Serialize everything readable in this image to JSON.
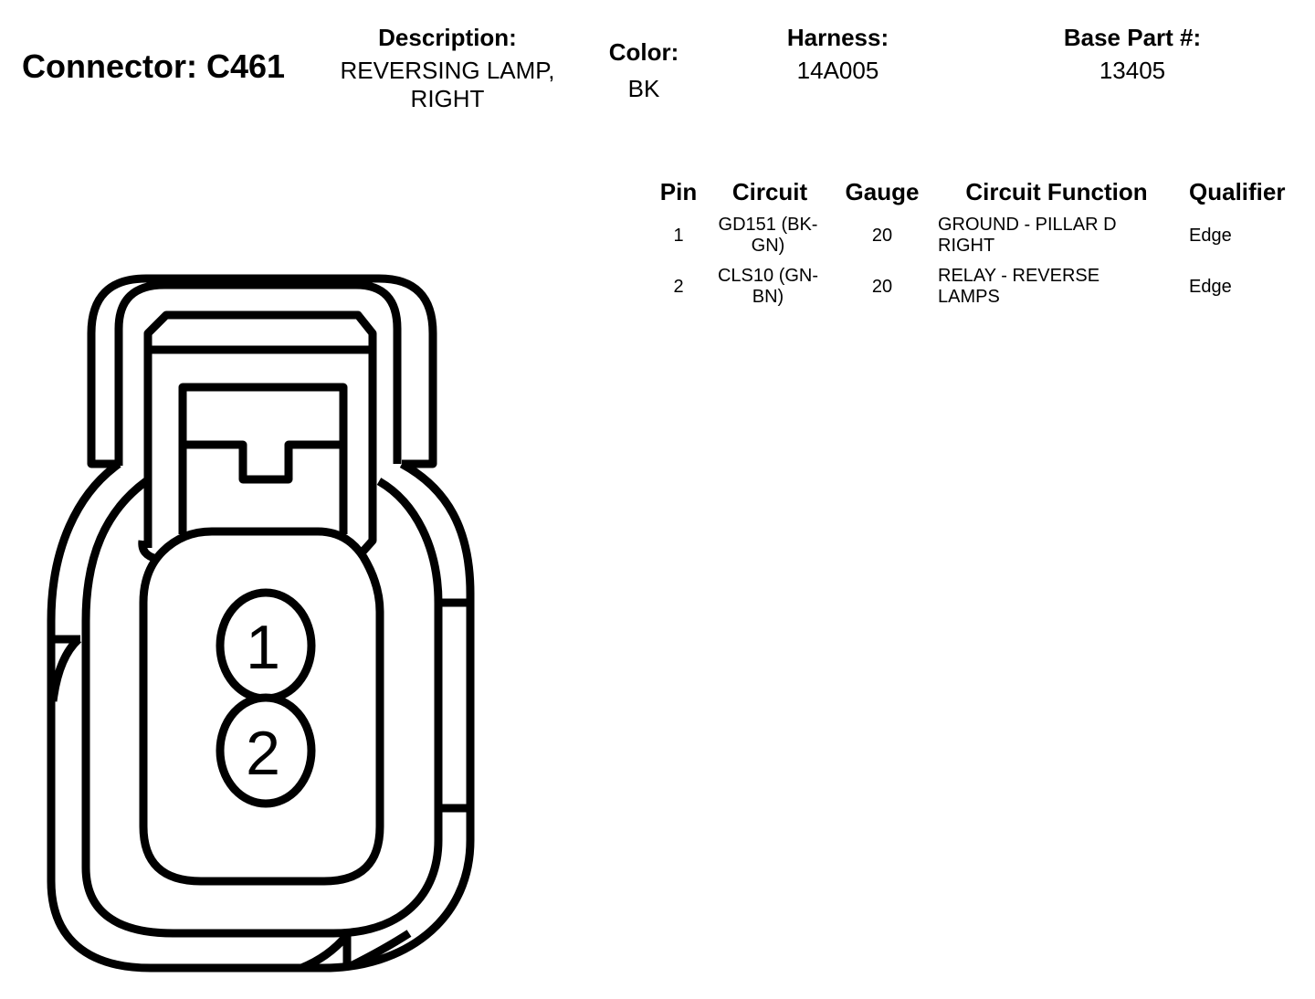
{
  "header": {
    "connector_title": "Connector: C461",
    "description_label": "Description:",
    "description_line1": "REVERSING LAMP,",
    "description_line2": "RIGHT",
    "color_label": "Color:",
    "color_value": "BK",
    "harness_label": "Harness:",
    "harness_value": "14A005",
    "base_part_label": "Base Part #:",
    "base_part_value": "13405"
  },
  "table": {
    "headers": {
      "pin": "Pin",
      "circuit": "Circuit",
      "gauge": "Gauge",
      "function": "Circuit Function",
      "qualifier": "Qualifier"
    },
    "rows": [
      {
        "pin": "1",
        "circuit_line1": "GD151 (BK-",
        "circuit_line2": "GN)",
        "gauge": "20",
        "function_line1": "GROUND - PILLAR D",
        "function_line2": "RIGHT",
        "qualifier": "Edge"
      },
      {
        "pin": "2",
        "circuit_line1": "CLS10 (GN-",
        "circuit_line2": "BN)",
        "gauge": "20",
        "function_line1": "RELAY - REVERSE",
        "function_line2": "LAMPS",
        "qualifier": "Edge"
      }
    ]
  },
  "diagram": {
    "pin_1_label": "1",
    "pin_2_label": "2",
    "line_color": "#000000",
    "fill_color": "#ffffff"
  }
}
